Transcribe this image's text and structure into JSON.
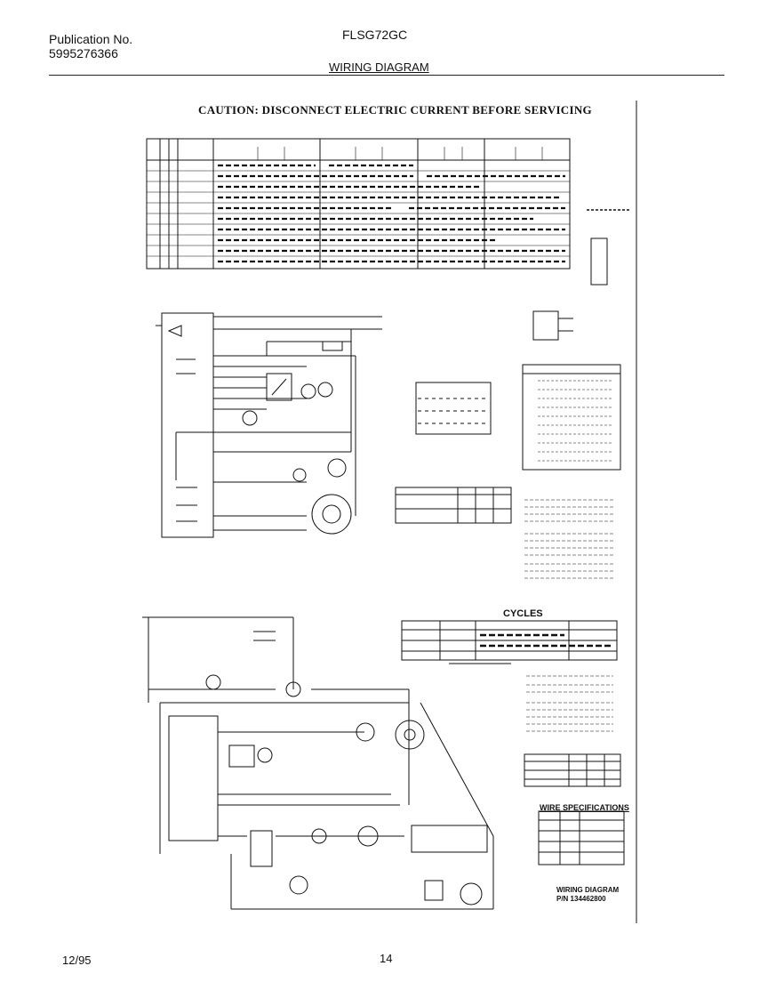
{
  "header": {
    "publication_label": "Publication No.",
    "publication_number": "5995276366",
    "model": "FLSG72GC",
    "title": "WIRING DIAGRAM"
  },
  "diagram": {
    "caution": "CAUTION: DISCONNECT ELECTRIC CURRENT BEFORE SERVICING",
    "cycles_label": "CYCLES",
    "wire_spec_label": "WIRE SPECIFICATIONS",
    "diagram_caption": "WIRING DIAGRAM",
    "part_number": "P/N 134462800"
  },
  "footer": {
    "date": "12/95",
    "page": "14"
  }
}
